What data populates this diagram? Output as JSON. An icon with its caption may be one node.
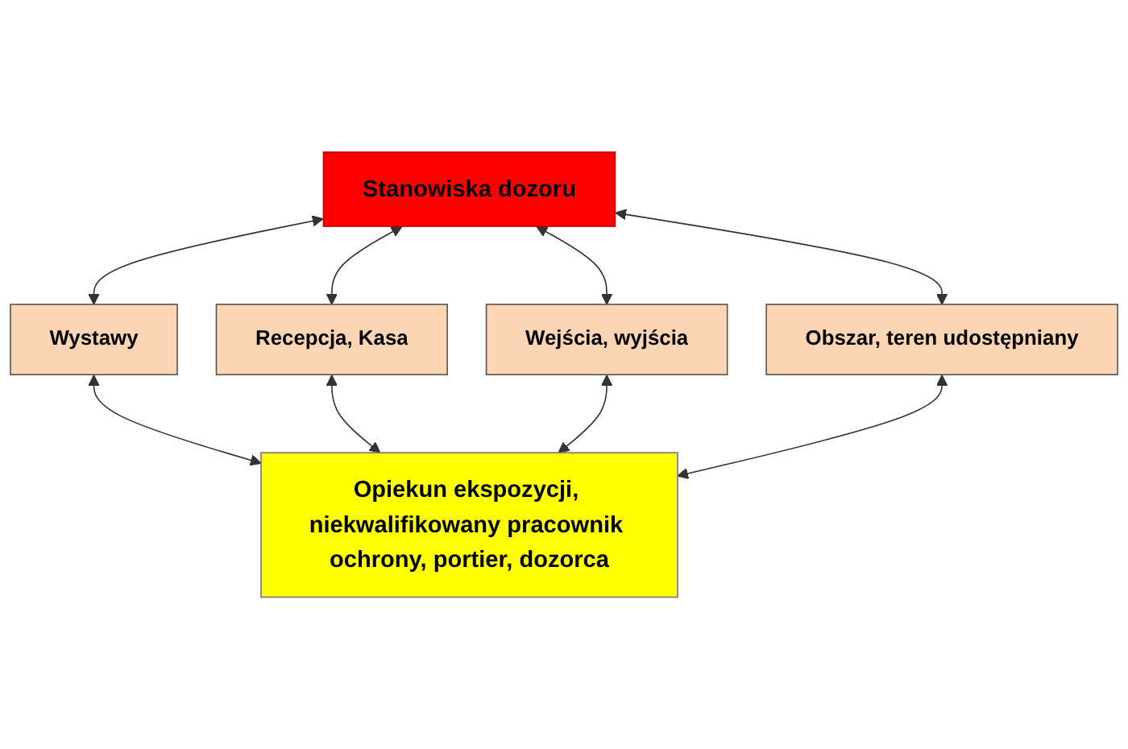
{
  "diagram": {
    "nodes": [
      {
        "text": [
          "Stanowiska dozoru"
        ]
      },
      {
        "text": [
          "Wystawy"
        ]
      },
      {
        "text": [
          "Recepcja, Kasa"
        ]
      },
      {
        "text": [
          "Wejścia, wyjścia"
        ]
      },
      {
        "text": [
          "Obszar, teren udostępniany"
        ]
      },
      {
        "text": [
          "Opiekun ekspozycji, niekwalifikowany pracownik ochrony, portier, dozorca"
        ]
      }
    ],
    "edges": [
      {
        "from": 0,
        "to": 1,
        "arrow": "both"
      },
      {
        "from": 0,
        "to": 2,
        "arrow": "both"
      },
      {
        "from": 0,
        "to": 3,
        "arrow": "both"
      },
      {
        "from": 0,
        "to": 4,
        "arrow": "both"
      },
      {
        "from": 1,
        "to": 5,
        "arrow": "both"
      },
      {
        "from": 2,
        "to": 5,
        "arrow": "both"
      },
      {
        "from": 3,
        "to": 5,
        "arrow": "both"
      },
      {
        "from": 4,
        "to": 5,
        "arrow": "both"
      }
    ]
  }
}
